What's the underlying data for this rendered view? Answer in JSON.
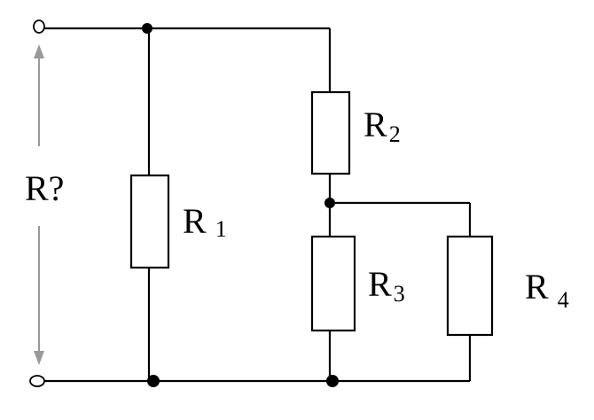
{
  "diagram": {
    "question_label": "R?",
    "resistors": [
      {
        "letter": "R",
        "index": "1"
      },
      {
        "letter": "R",
        "index": "2"
      },
      {
        "letter": "R",
        "index": "3"
      },
      {
        "letter": "R",
        "index": "4"
      }
    ],
    "colors": {
      "wire": "#000000",
      "arrow": "#999999",
      "background": "#ffffff"
    }
  }
}
